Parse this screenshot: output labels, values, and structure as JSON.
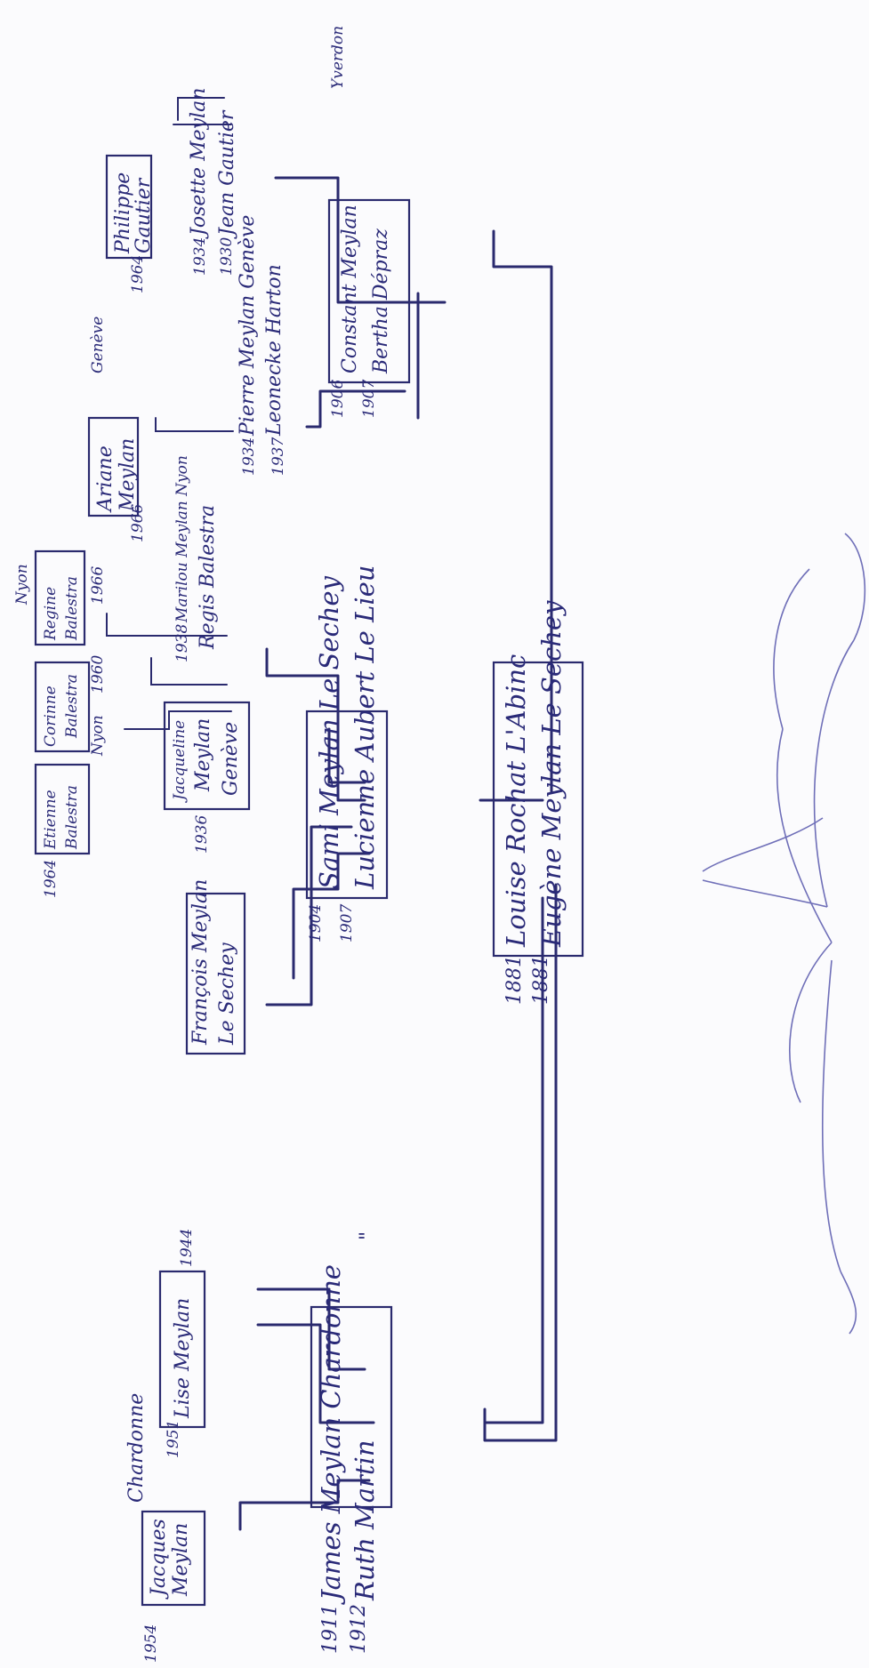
{
  "root": {
    "years": [
      "1881",
      "1881"
    ],
    "names": [
      "Louise Rochat L'Abinc",
      "Eugène Meylan Le Sechey"
    ]
  },
  "james": {
    "years": [
      "1911",
      "1912"
    ],
    "names": [
      "James Meylan Chardonne",
      "Ruth Martin"
    ],
    "ditto": "\""
  },
  "sami": {
    "years": [
      "1904",
      "1907"
    ],
    "names": [
      "Sami Meylan Le Sechey",
      "Lucienne Aubert Le Lieu"
    ]
  },
  "constant": {
    "years": [
      "1906",
      "1907"
    ],
    "names": [
      "Constant Meylan",
      "Bertha Dépraz"
    ],
    "place": "Yverdon"
  },
  "jacques": {
    "year": "1954",
    "names": [
      "Jacques",
      "Meylan"
    ],
    "place": "Chardonne"
  },
  "lise": {
    "year": "1951",
    "name": "Lise Meylan",
    "year_right": "1944"
  },
  "francois": {
    "names": [
      "François Meylan",
      "Le Sechey"
    ]
  },
  "jacqueline": {
    "year": "1936",
    "names": [
      "Jacqueline",
      "Meylan",
      "Genève"
    ]
  },
  "marilou": {
    "year": "1938",
    "names": [
      "Marilou Meylan Nyon",
      "Regis Balestra"
    ]
  },
  "etienne": {
    "year": "1964",
    "names": [
      "Etienne",
      "Balestra"
    ],
    "place": "Nyon"
  },
  "corinne": {
    "year": "1960",
    "names": [
      "Corinne",
      "Balestra"
    ]
  },
  "regine": {
    "year": "1966",
    "names": [
      "Regine",
      "Balestra"
    ],
    "place": "Nyon"
  },
  "pierre": {
    "years": [
      "1934",
      "1937"
    ],
    "names": [
      "Pierre Meylan Genève",
      "Leonecke Harton"
    ]
  },
  "ariane": {
    "year": "1966",
    "names": [
      "Ariane",
      "Meylan"
    ],
    "place": "Genève"
  },
  "josette": {
    "years": [
      "1934",
      "1930"
    ],
    "names": [
      "Josette Meylan",
      "Jean Gautier"
    ]
  },
  "philippe": {
    "year": "1964",
    "names": [
      "Philippe",
      "Gautier"
    ]
  }
}
